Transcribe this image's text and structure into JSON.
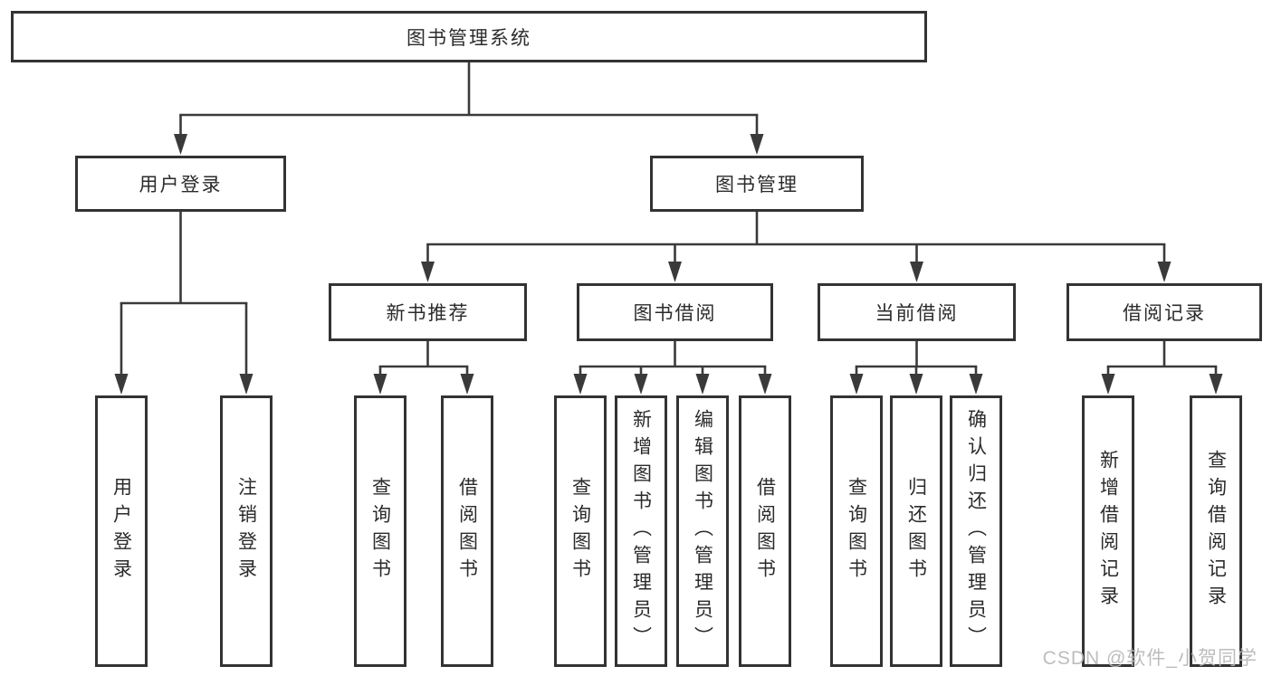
{
  "diagram": {
    "title": "图书管理系统",
    "watermark": "CSDN @软件_小贺同学",
    "colors": {
      "line": "#3a3a3a",
      "box_border": "#333333",
      "text": "#2b2b2b",
      "background": "#ffffff",
      "watermark": "#b9b9b9"
    },
    "nodes": {
      "root": {
        "label": "图书管理系统"
      },
      "user_login": {
        "label": "用户登录"
      },
      "book_mgmt": {
        "label": "图书管理"
      },
      "new_books": {
        "label": "新书推荐"
      },
      "book_borrow": {
        "label": "图书借阅"
      },
      "current_borrow": {
        "label": "当前借阅"
      },
      "borrow_records": {
        "label": "借阅记录"
      },
      "leaf_login": {
        "label": "用户登录"
      },
      "leaf_logout": {
        "label": "注销登录"
      },
      "nb_query": {
        "label": "查询图书"
      },
      "nb_borrow": {
        "label": "借阅图书"
      },
      "bb_query": {
        "label": "查询图书"
      },
      "bb_add": {
        "label": "新增图书（管理员）"
      },
      "bb_edit": {
        "label": "编辑图书（管理员）"
      },
      "bb_borrow": {
        "label": "借阅图书"
      },
      "cb_query": {
        "label": "查询图书"
      },
      "cb_return": {
        "label": "归还图书"
      },
      "cb_confirm": {
        "label": "确认归还（管理员）"
      },
      "br_add": {
        "label": "新增借阅记录"
      },
      "br_query": {
        "label": "查询借阅记录"
      }
    },
    "structure": {
      "root": "图书管理系统",
      "children": [
        {
          "label": "用户登录",
          "children": [
            "用户登录",
            "注销登录"
          ]
        },
        {
          "label": "图书管理",
          "children": [
            {
              "label": "新书推荐",
              "children": [
                "查询图书",
                "借阅图书"
              ]
            },
            {
              "label": "图书借阅",
              "children": [
                "查询图书",
                "新增图书（管理员）",
                "编辑图书（管理员）",
                "借阅图书"
              ]
            },
            {
              "label": "当前借阅",
              "children": [
                "查询图书",
                "归还图书",
                "确认归还（管理员）"
              ]
            },
            {
              "label": "借阅记录",
              "children": [
                "新增借阅记录",
                "查询借阅记录"
              ]
            }
          ]
        }
      ]
    }
  }
}
